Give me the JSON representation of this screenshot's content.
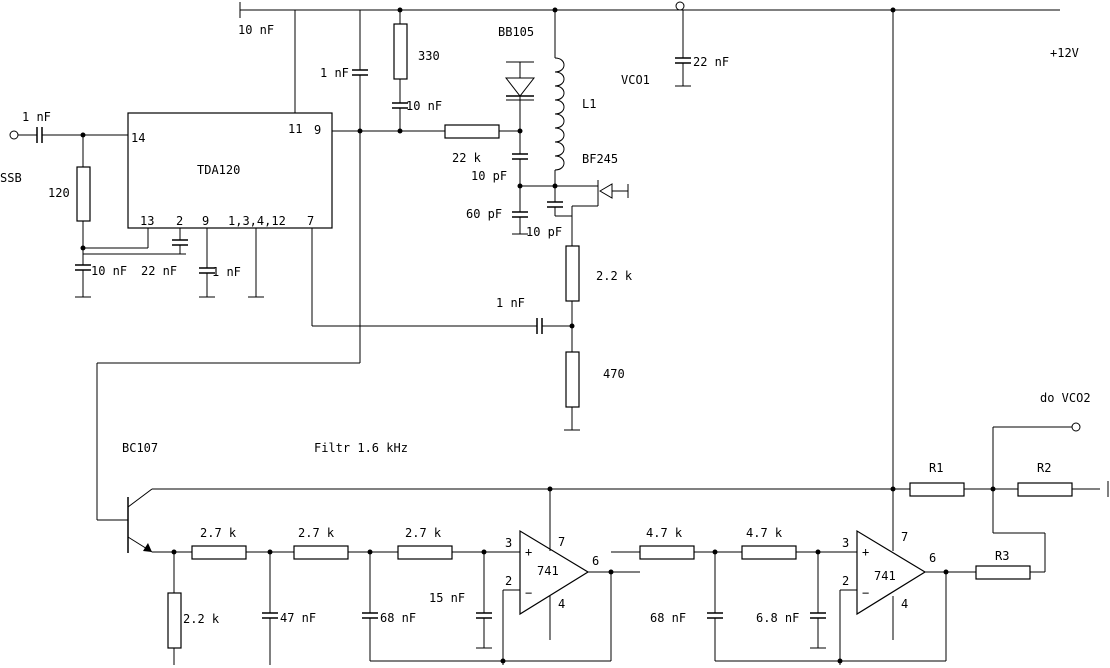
{
  "labels": {
    "cap_10nF_top": "10 nF",
    "cap_1nF_vert": "1 nF",
    "res_330": "330",
    "cap_10nF_mid": "10 nF",
    "diode_bb105": "BB105",
    "coil_l1": "L1",
    "vco1": "VCO1",
    "cap_22nF_right": "22 nF",
    "supply": "+12V",
    "cap_1nF_in": "1 nF",
    "pin_14": "14",
    "pin_11": "11",
    "pin_9_top": "9",
    "ic_name": "TDA120",
    "input_ssb": "SSB",
    "res_120": "120",
    "res_22k_h": "22 k",
    "cap_10pF_a": "10 pF",
    "fet_bf245": "BF245",
    "cap_60pF": "60 pF",
    "cap_10pF_b": "10 pF",
    "pin_13": "13",
    "pin_2": "2",
    "pin_9_bot": "9",
    "pin_1_3_4_12": "1,3,4,12",
    "pin_7": "7",
    "cap_10nF_bot": "10 nF",
    "cap_22nF_bot": "22 nF",
    "cap_1nF_bot": "1 nF",
    "res_2_2k_v": "2.2 k",
    "cap_1nF_coupling": "1 nF",
    "res_470": "470",
    "output_vco2": "do VCO2",
    "transistor_bc107": "BC107",
    "filter_title": "Filtr 1.6 kHz",
    "res_r1": "R1",
    "res_r2": "R2",
    "res_r3": "R3",
    "res_2_7k_a": "2.7 k",
    "res_2_7k_b": "2.7 k",
    "res_2_7k_c": "2.7 k",
    "opamp1_pin3": "3",
    "opamp1_pin7": "7",
    "opamp1_pin2": "2",
    "opamp1_pin6": "6",
    "opamp1_pin4": "4",
    "opamp1_name": "741",
    "opamp1_plus": "+",
    "opamp1_minus": "−",
    "res_4_7k_a": "4.7 k",
    "res_4_7k_b": "4.7 k",
    "opamp2_pin3": "3",
    "opamp2_pin7": "7",
    "opamp2_pin2": "2",
    "opamp2_pin6": "6",
    "opamp2_pin4": "4",
    "opamp2_name": "741",
    "opamp2_plus": "+",
    "opamp2_minus": "−",
    "res_2_2k_emitter": "2.2 k",
    "cap_47nF": "47 nF",
    "cap_68nF_a": "68 nF",
    "cap_15nF": "15 nF",
    "cap_68nF_b": "68 nF",
    "cap_6_8nF": "6.8 nF"
  }
}
